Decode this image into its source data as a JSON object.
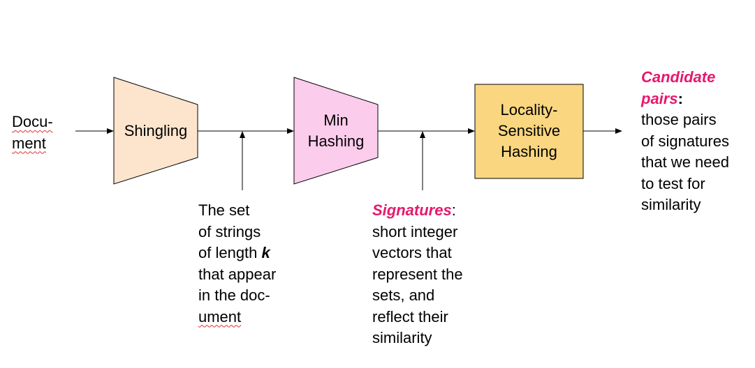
{
  "colors": {
    "shingling_fill": "#fde5cd",
    "minhash_fill": "#fcccec",
    "lsh_fill": "#f9d67f",
    "accent": "#e6196e",
    "stroke": "#000000"
  },
  "input": {
    "line1": "Docu-",
    "line2": "ment"
  },
  "nodes": {
    "shingling": {
      "label": "Shingling"
    },
    "minhash": {
      "line1": "Min",
      "line2": "Hashing"
    },
    "lsh": {
      "line1": "Locality-",
      "line2": "Sensitive",
      "line3": "Hashing"
    }
  },
  "annotations": {
    "shingles": {
      "line1": "The set",
      "line2": "of strings",
      "line3_pre": "of length ",
      "line3_k": "k",
      "line4": "that appear",
      "line5": "in the doc-",
      "line6": "ument"
    },
    "signatures": {
      "title": "Signatures",
      "colon": ":",
      "line2": "short integer",
      "line3": "vectors that",
      "line4": "represent the",
      "line5": "sets, and",
      "line6": "reflect their",
      "line7": "similarity"
    },
    "candidates": {
      "title1": "Candidate",
      "title2": "pairs",
      "colon": ":",
      "line3": "those pairs",
      "line4": "of signatures",
      "line5": "that we need",
      "line6": "to test for",
      "line7": "similarity"
    }
  }
}
